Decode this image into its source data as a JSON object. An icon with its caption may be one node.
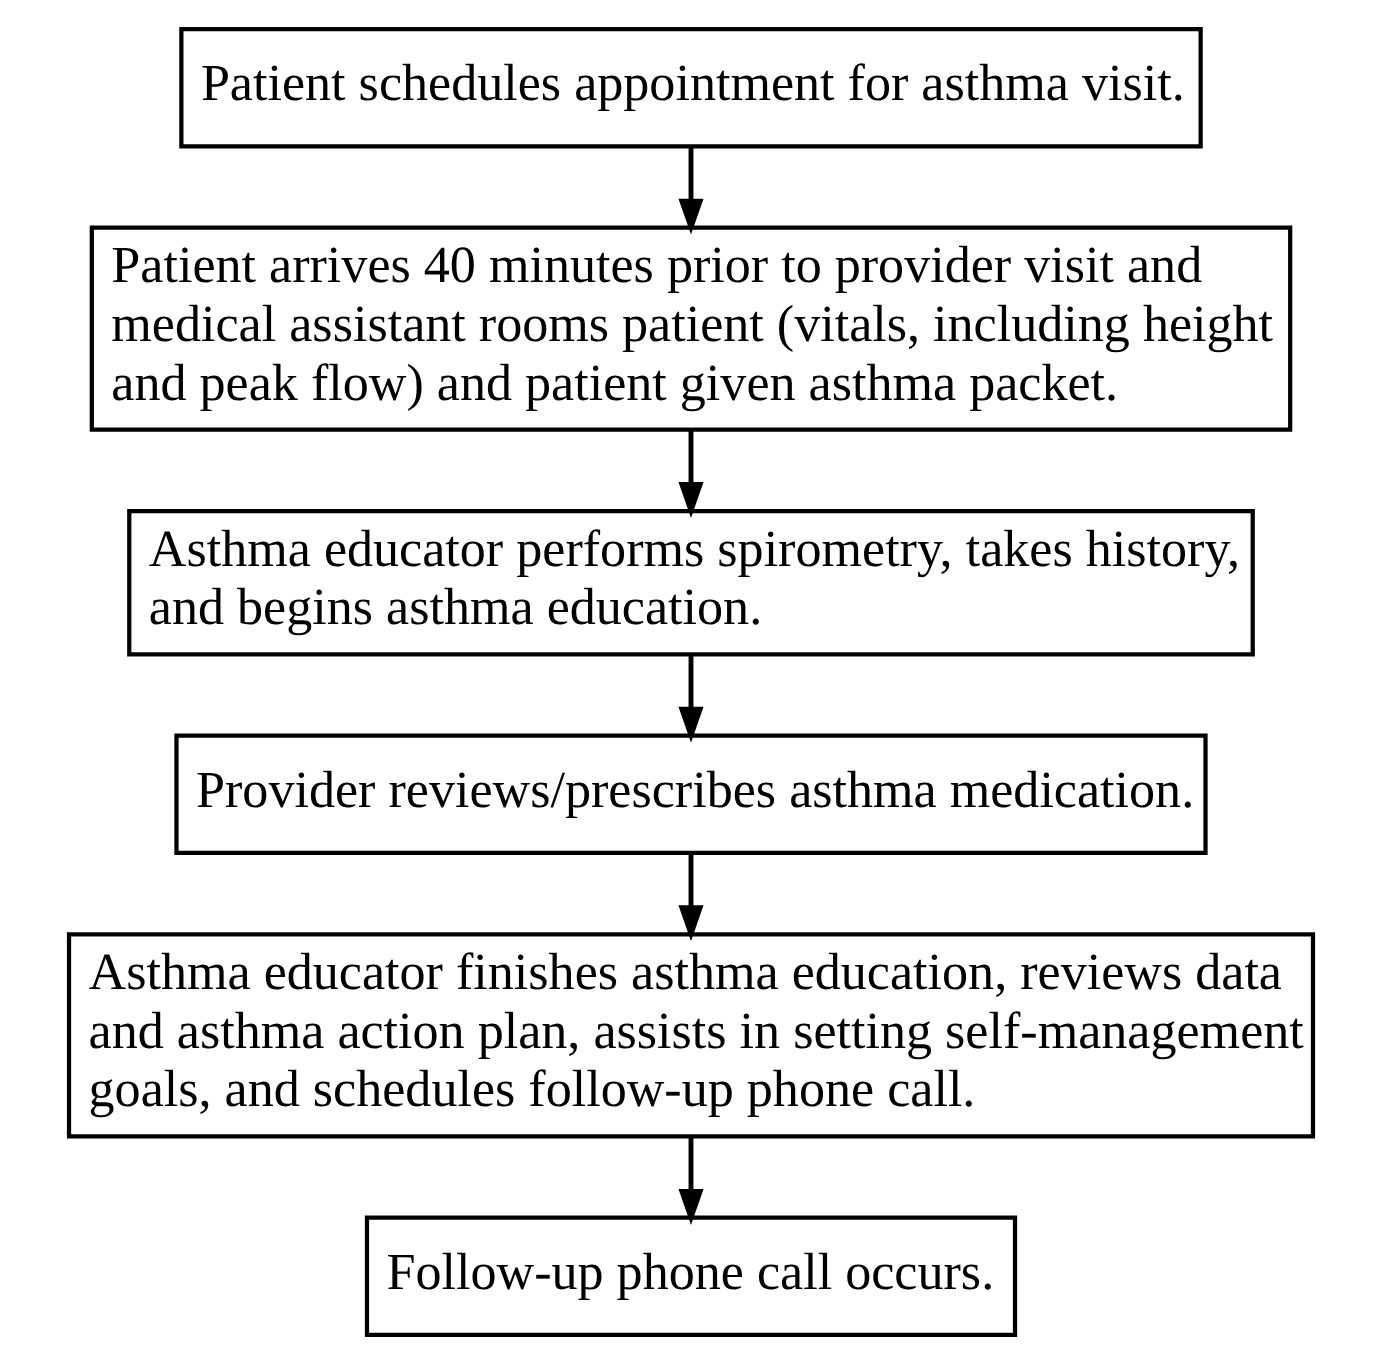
{
  "diagram": {
    "nodes": [
      {
        "text": [
          "Patient schedules appointment for asthma visit."
        ]
      },
      {
        "text": [
          "Patient arrives 40 minutes prior to provider visit and medical assistant rooms patient (vitals, including height and peak flow) and patient given asthma packet."
        ]
      },
      {
        "text": [
          "Asthma educator performs spirometry, takes history, and begins asthma education."
        ]
      },
      {
        "text": [
          "Provider reviews/prescribes asthma medication."
        ]
      },
      {
        "text": [
          "Asthma educator finishes asthma education, reviews data and asthma action plan, assists in setting self-management goals, and schedules follow-up phone call."
        ]
      },
      {
        "text": [
          "Follow-up phone call occurs."
        ]
      }
    ],
    "edges": [
      {
        "from": 0,
        "to": 1,
        "arrow": "to"
      },
      {
        "from": 1,
        "to": 2,
        "arrow": "to"
      },
      {
        "from": 2,
        "to": 3,
        "arrow": "to"
      },
      {
        "from": 3,
        "to": 4,
        "arrow": "to"
      },
      {
        "from": 4,
        "to": 5,
        "arrow": "to"
      }
    ]
  }
}
